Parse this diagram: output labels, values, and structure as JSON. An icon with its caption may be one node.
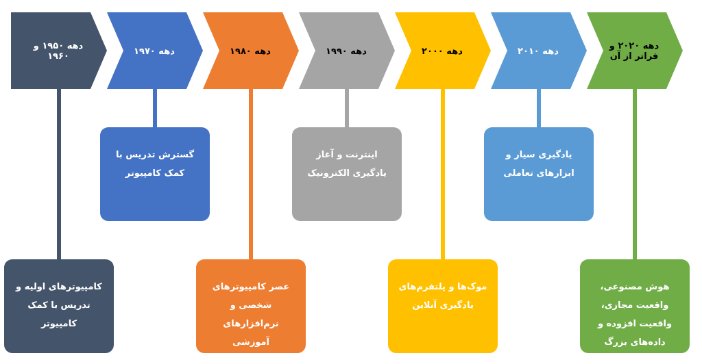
{
  "diagram": {
    "nodes": [
      {
        "text": [
          "دهه ۱۹۵۰ و ۱۹۶۰"
        ]
      },
      {
        "text": [
          "دهه ۱۹۷۰"
        ]
      },
      {
        "text": [
          "دهه ۱۹۸۰"
        ]
      },
      {
        "text": [
          "دهه ۱۹۹۰"
        ]
      },
      {
        "text": [
          "دهه ۲۰۰۰"
        ]
      },
      {
        "text": [
          "دهه ۲۰۱۰"
        ]
      },
      {
        "text": [
          "دهه ۲۰۲۰ و فراتر از آن"
        ]
      },
      {
        "text": [
          "کامپیوترهای اولیه و تدریس با کمک کامپیوتر"
        ]
      },
      {
        "text": [
          "گسترش تدریس با کمک کامپیوتر"
        ]
      },
      {
        "text": [
          "عصر کامپیوترهای شخصی و نرم‌افزارهای آموزشی"
        ]
      },
      {
        "text": [
          "اینترنت و آغاز یادگیری الکترونیک"
        ]
      },
      {
        "text": [
          "موک‌ها و پلتفرم‌های یادگیری آنلاین"
        ]
      },
      {
        "text": [
          "یادگیری سیار و ابزارهای تعاملی"
        ]
      },
      {
        "text": [
          "هوش مصنوعی، واقعیت مجازی، واقعیت افزوده و داده‌های بزرگ"
        ]
      }
    ],
    "edges": [
      {
        "from": 0,
        "to": 7,
        "arrow": "none",
        "color": "#44546a"
      },
      {
        "from": 1,
        "to": 8,
        "arrow": "none",
        "color": "#4472c4"
      },
      {
        "from": 2,
        "to": 9,
        "arrow": "none",
        "color": "#ed7d31"
      },
      {
        "from": 3,
        "to": 10,
        "arrow": "none",
        "color": "#a5a5a5"
      },
      {
        "from": 4,
        "to": 11,
        "arrow": "none",
        "color": "#ffc000"
      },
      {
        "from": 5,
        "to": 12,
        "arrow": "none",
        "color": "#5b9bd5"
      },
      {
        "from": 6,
        "to": 13,
        "arrow": "none",
        "color": "#70ad47"
      }
    ]
  }
}
